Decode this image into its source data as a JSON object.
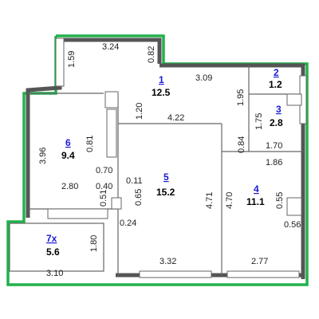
{
  "rooms": [
    {
      "id": "1",
      "number": "1",
      "area": "12.5"
    },
    {
      "id": "2",
      "number": "2",
      "area": "1.2"
    },
    {
      "id": "3",
      "number": "3",
      "area": "2.8"
    },
    {
      "id": "4",
      "number": "4",
      "area": "11.1"
    },
    {
      "id": "5",
      "number": "5",
      "area": "15.2"
    },
    {
      "id": "6",
      "number": "6",
      "area": "9.4"
    },
    {
      "id": "7x",
      "number": "7x",
      "area": "5.6"
    }
  ],
  "dimensions": {
    "d_3_24": "3.24",
    "d_0_82": "0.82",
    "d_1_59": "1.59",
    "d_3_09": "3.09",
    "d_1_95": "1.95",
    "d_1_20": "1.20",
    "d_4_22": "4.22",
    "d_1_75": "1.75",
    "d_1_70": "1.70",
    "d_0_84": "0.84",
    "d_1_86": "1.86",
    "d_3_96": "3.96",
    "d_0_81": "0.81",
    "d_0_70": "0.70",
    "d_0_11": "0.11",
    "d_2_80": "2.80",
    "d_0_40": "0.40",
    "d_0_65": "0.65",
    "d_0_51": "0.51",
    "d_4_71": "4.71",
    "d_4_70": "4.70",
    "d_0_55": "0.55",
    "d_0_56": "0.56",
    "d_0_24": "0.24",
    "d_1_80": "1.80",
    "d_3_10": "3.10",
    "d_3_32": "3.32",
    "d_2_77": "2.77"
  },
  "colors": {
    "outline": "#22b14c",
    "room_number": "#1a1ad6",
    "wall": "#555555"
  }
}
